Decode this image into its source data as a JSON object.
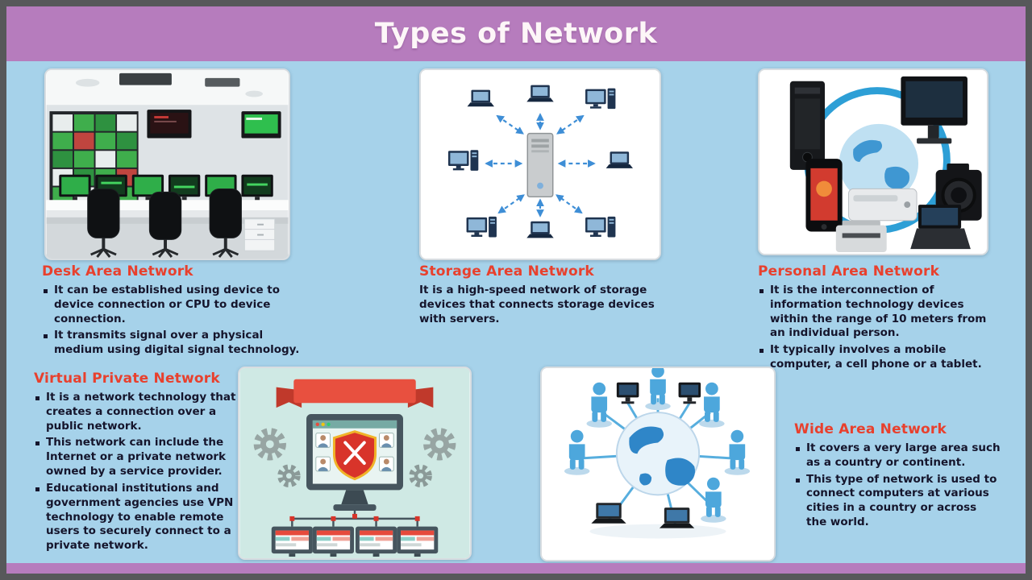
{
  "frame": {
    "title": "Types of Network"
  },
  "sections": {
    "desk_area": {
      "heading": "Desk Area Network",
      "bullets": [
        "It can be established using device to device connection or CPU to device connection.",
        "It transmits signal over a physical medium using digital signal technology."
      ]
    },
    "storage_area": {
      "heading": "Storage Area Network",
      "description": "It is a high-speed network of storage devices that connects storage devices with servers."
    },
    "personal_area": {
      "heading": "Personal Area Network",
      "bullets": [
        "It is the interconnection of information technology devices within the range of 10 meters from an individual person.",
        "It typically involves a mobile computer, a cell phone or a tablet."
      ]
    },
    "virtual_private": {
      "heading": "Virtual Private Network",
      "bullets": [
        "It is a network technology that creates a connection over a public network.",
        "This network can include the Internet or a private network owned by a service provider.",
        "Educational institutions and government agencies use VPN technology to enable remote users to securely connect to a private network."
      ]
    },
    "wide_area": {
      "heading": "Wide Area Network",
      "bullets": [
        "It covers a very large area such as a country or continent.",
        "This type of network is used to connect computers at various cities in a country or across the world."
      ]
    }
  },
  "images": {
    "desk_area": "control-room-photo",
    "storage_area": "server-with-connected-computers-diagram",
    "personal_area": "personal-devices-collage",
    "virtual_private": "vpn-shield-monitor-illustration",
    "wide_area": "globe-with-connected-users-illustration"
  },
  "colors": {
    "header_bg": "#b67cbd",
    "page_bg": "#a6d2ea",
    "heading_red": "#e8402d",
    "body_text": "#15152c",
    "frame_gray": "#57585a",
    "arrow_blue": "#3e8ed6",
    "vpn_bg": "#cfe9e4",
    "wan_blue": "#4da7dc"
  }
}
